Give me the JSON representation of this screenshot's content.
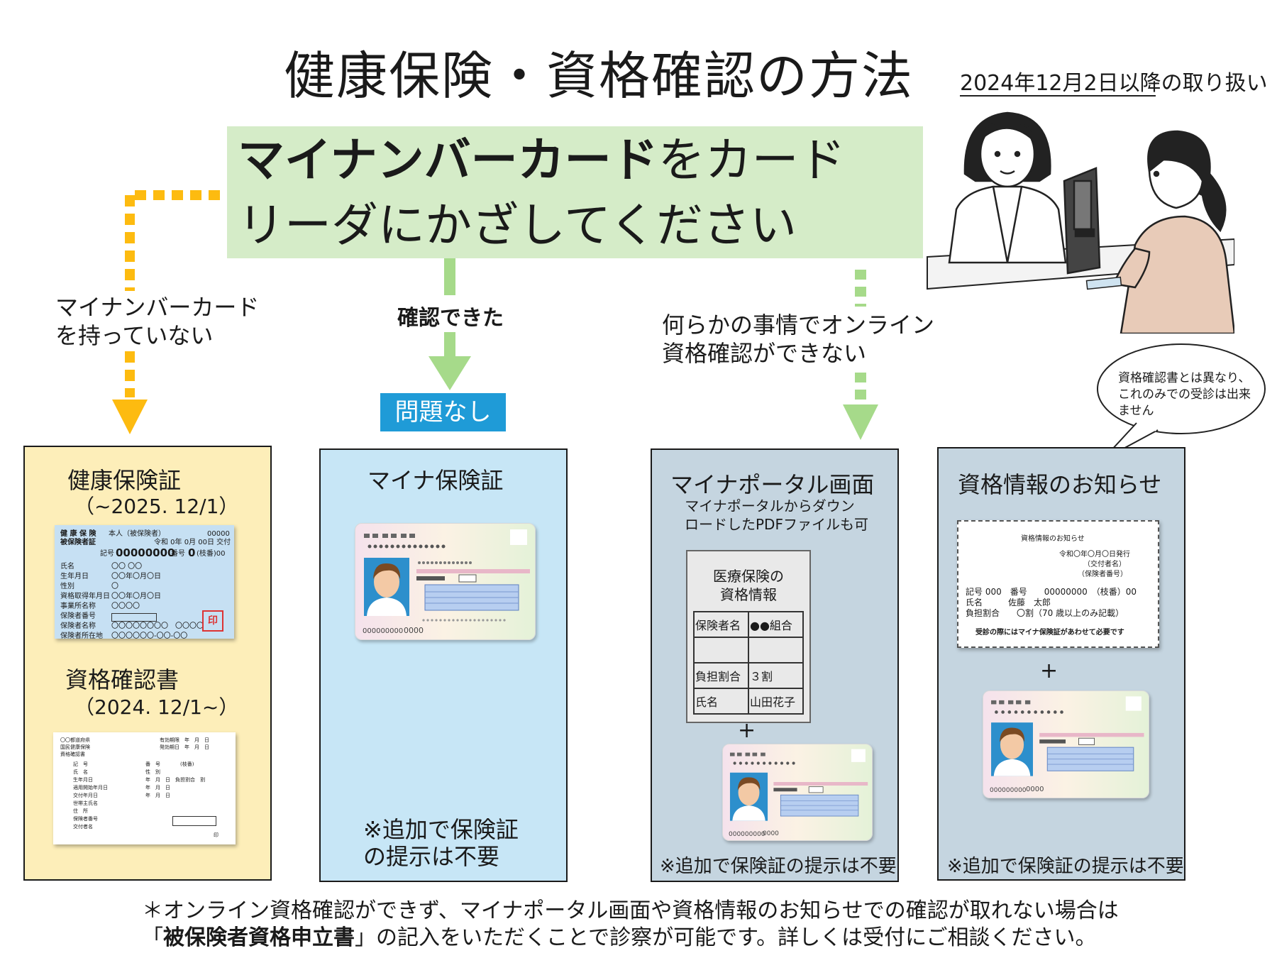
{
  "title": "健康保険・資格確認の方法",
  "date_note": "2024年12月2日以降の取り扱い",
  "main": {
    "line1_bold": "マイナンバーカード",
    "line1_rest": "をカード",
    "line2": "リーダにかざしてください"
  },
  "paths": {
    "no_card": [
      "マイナンバーカード",
      "を持っていない"
    ],
    "confirmed": "確認できた",
    "result_ok": "問題なし",
    "cannot": [
      "何らかの事情でオンライン",
      "資格確認ができない"
    ]
  },
  "bubble": [
    "資格確認書とは異なり、",
    "これのみでの受診は出来",
    "ません"
  ],
  "panel1": {
    "title1": "健康保険証",
    "sub1": "（~2025. 12/1）",
    "title2": "資格確認書",
    "sub2": "（2024. 12/1~）",
    "insurance_card": {
      "header_left": "健 康 保 険",
      "header_left2": "被保険者証",
      "header_mid": "本人（被保険者）",
      "header_num": "00000",
      "issued": "令和 0年 0月 00日 交付",
      "kigou_label": "記号",
      "kigou_value": "00000000",
      "bango_label": "番号",
      "bango_value": "0",
      "edaban": "(枝番)00",
      "rows": [
        {
          "label": "氏名",
          "value": "〇〇 〇〇"
        },
        {
          "label": "生年月日",
          "value": "〇〇年〇月〇日"
        },
        {
          "label": "性別",
          "value": "〇"
        },
        {
          "label": "資格取得年月日",
          "value": "〇〇年〇月〇日"
        },
        {
          "label": "事業所名称",
          "value": "〇〇〇〇"
        },
        {
          "label": "保険者番号",
          "value": ""
        },
        {
          "label": "保険者名称",
          "value": "〇〇〇〇〇〇〇〇　〇〇〇〇"
        },
        {
          "label": "保険者所在地",
          "value": "〇〇〇〇〇〇-〇〇-〇〇"
        }
      ],
      "seal": "印"
    },
    "cert": {
      "lines": [
        "〇〇都道府県",
        "国民健康保険",
        "資格確認書"
      ],
      "right": [
        "有効期限　年　月　日",
        "発効期日　年　月　日"
      ],
      "fields": [
        "記　号",
        "氏　名",
        "生年月日",
        "適用開始年月日",
        "交付年月日",
        "世帯主氏名",
        "住　所",
        "保険者番号",
        "交付者名"
      ],
      "fields_right": [
        "番　号　　　　(枝番)",
        "性　別",
        "年　月　日　負担割合　割",
        "年　月　日",
        "年　月　日"
      ],
      "seal": "印"
    }
  },
  "panel2": {
    "title": "マイナ保険証",
    "note": [
      "※追加で保険証",
      "の提示は不要"
    ]
  },
  "panel3": {
    "title": "マイナポータル画面",
    "sub": [
      "マイナポータルからダウン",
      "ロードしたPDFファイルも可"
    ],
    "portal": {
      "heading": [
        "医療保険の",
        "資格情報"
      ],
      "rows": [
        {
          "label": "保険者名",
          "value": "●●組合"
        },
        {
          "label": "",
          "value": ""
        },
        {
          "label": "負担割合",
          "value": "３割"
        },
        {
          "label": "氏名",
          "value": "山田花子"
        }
      ]
    },
    "plus": "+",
    "note": "※追加で保険証の提示は不要"
  },
  "panel4": {
    "title": "資格情報のお知らせ",
    "notice": {
      "heading": "資格情報のお知らせ",
      "issued": "令和〇年〇月〇日発行",
      "issuer": "（交付者名）",
      "insurer_no": "（保険者番号）",
      "line1": "記号 000　番号　　00000000　（枝番）00",
      "line2": "氏名　　　佐藤　太郎",
      "line3": "負担割合　　〇割（70 歳以上のみ記載）",
      "footer": "受診の際にはマイナ保険証があわせて必要です"
    },
    "plus": "+",
    "note": "※追加で保険証の提示は不要"
  },
  "mynumber_card": {
    "number": "000000000",
    "small": "0000"
  },
  "footer": {
    "line1": "＊オンライン資格確認ができず、マイナポータル画面や資格情報のお知らせでの確認が取れない場合は",
    "line2_pre": "「",
    "line2_bold": "被保険者資格申立書",
    "line2_post": "」の記入をいただくことで診察が可能です。詳しくは受付にご相談ください。"
  },
  "colors": {
    "green_box": "#d5ecc8",
    "yellow_arrow": "#fdbb10",
    "green_arrow": "#a6da8a",
    "blue_label": "#1f9bd7",
    "panel_yellow": "#fdeeb9",
    "panel_blue": "#c7e6f6",
    "panel_gray": "#c5d5e0"
  }
}
